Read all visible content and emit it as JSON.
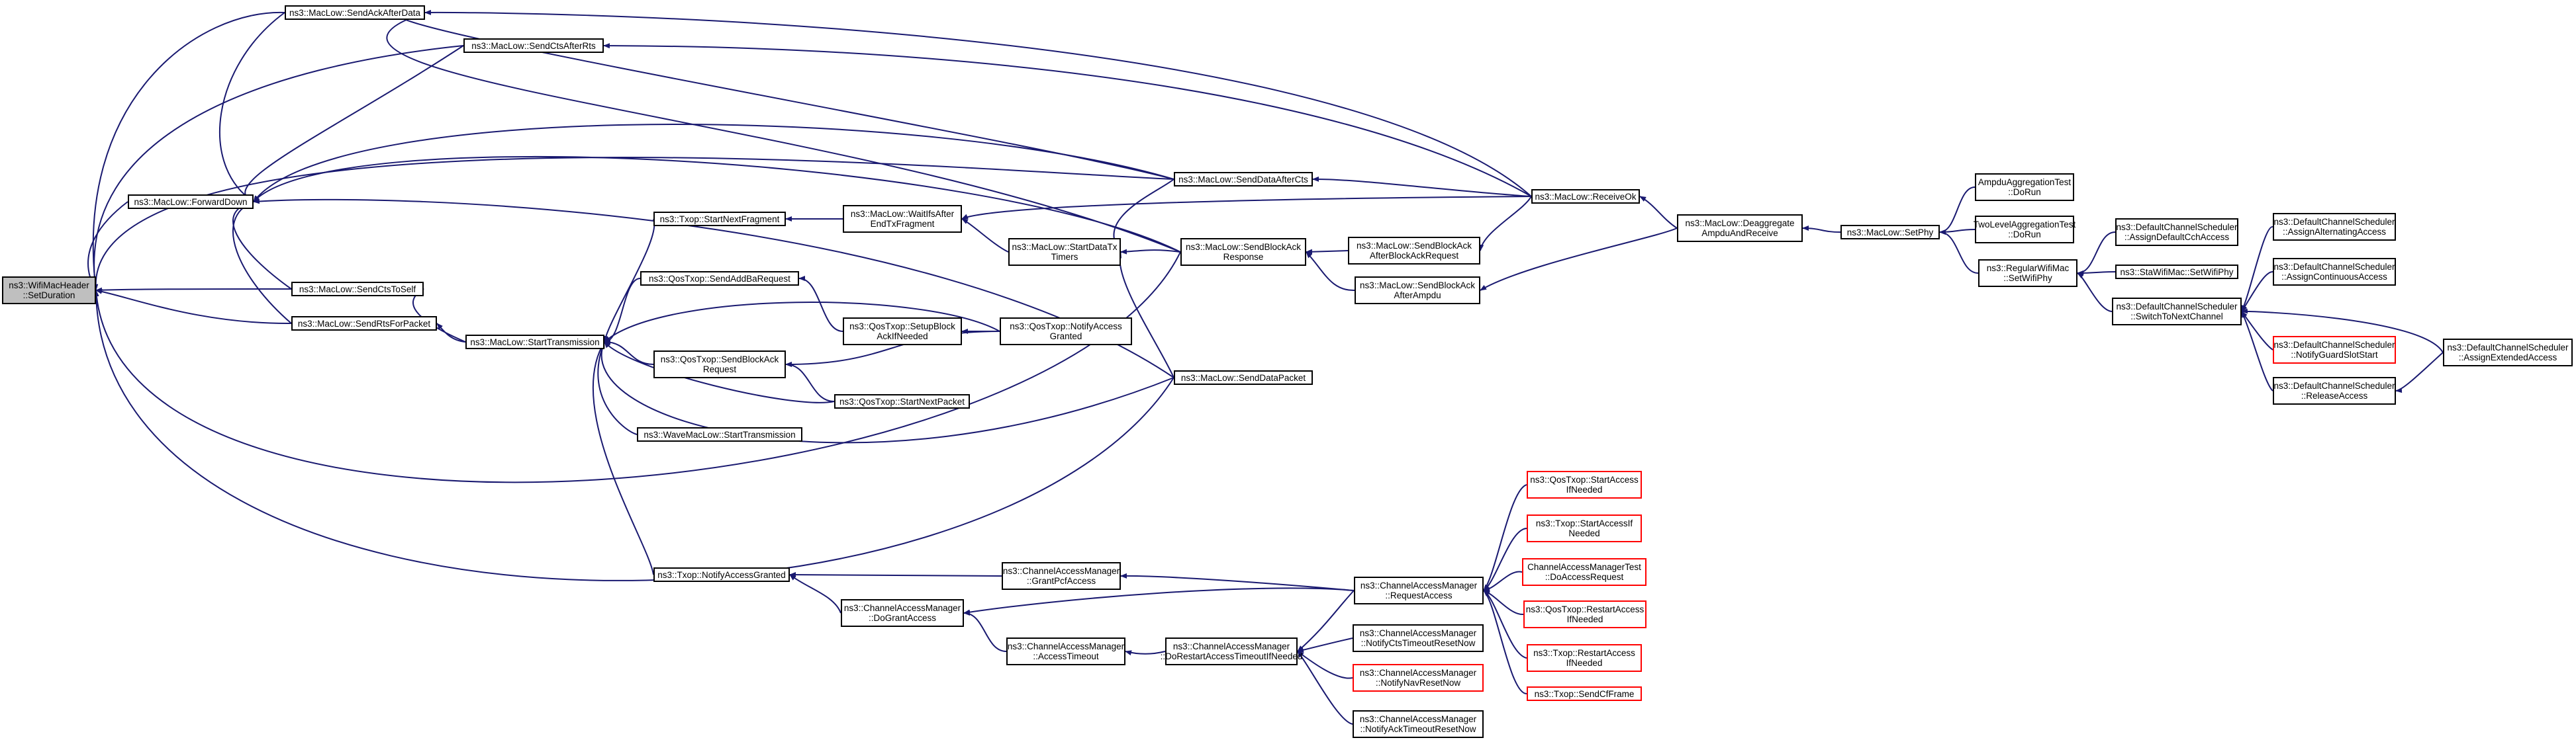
{
  "diagram": {
    "root": "n0",
    "colors": {
      "edge": "#191970",
      "node_border": "#000000",
      "truncated_border": "#ff0000",
      "root_fill": "#bfbfbf"
    },
    "nodes": [
      {
        "id": "n0",
        "lines": [
          "ns3::WifiMacHeader",
          "::SetDuration"
        ]
      },
      {
        "id": "n1",
        "lines": [
          "ns3::MacLow::SendAckAfterData"
        ]
      },
      {
        "id": "n2",
        "lines": [
          "ns3::MacLow::SendCtsAfterRts"
        ]
      },
      {
        "id": "n3",
        "lines": [
          "ns3::MacLow::ForwardDown"
        ]
      },
      {
        "id": "n4",
        "lines": [
          "ns3::MacLow::SendCtsToSelf"
        ]
      },
      {
        "id": "n5",
        "lines": [
          "ns3::MacLow::SendRtsForPacket"
        ]
      },
      {
        "id": "n6",
        "lines": [
          "ns3::MacLow::StartTransmission"
        ]
      },
      {
        "id": "n7",
        "lines": [
          "ns3::Txop::StartNextFragment"
        ]
      },
      {
        "id": "n8",
        "lines": [
          "ns3::QosTxop::SendAddBaRequest"
        ]
      },
      {
        "id": "n9",
        "lines": [
          "ns3::QosTxop::SendBlockAck",
          "Request"
        ]
      },
      {
        "id": "n10",
        "lines": [
          "ns3::WaveMacLow::StartTransmission"
        ]
      },
      {
        "id": "n11",
        "lines": [
          "ns3::Txop::NotifyAccessGranted"
        ]
      },
      {
        "id": "n12",
        "lines": [
          "ns3::MacLow::WaitIfsAfter",
          "EndTxFragment"
        ]
      },
      {
        "id": "n13",
        "lines": [
          "ns3::QosTxop::SetupBlock",
          "AckIfNeeded"
        ]
      },
      {
        "id": "n14",
        "lines": [
          "ns3::QosTxop::NotifyAccess",
          "Granted"
        ]
      },
      {
        "id": "n15",
        "lines": [
          "ns3::QosTxop::StartNextPacket"
        ]
      },
      {
        "id": "n16",
        "lines": [
          "ns3::MacLow::StartDataTx",
          "Timers"
        ]
      },
      {
        "id": "n17",
        "lines": [
          "ns3::MacLow::SendDataAfterCts"
        ]
      },
      {
        "id": "n18",
        "lines": [
          "ns3::MacLow::SendBlockAck",
          "Response"
        ]
      },
      {
        "id": "n19",
        "lines": [
          "ns3::MacLow::SendDataPacket"
        ]
      },
      {
        "id": "n20",
        "lines": [
          "ns3::MacLow::SendBlockAck",
          "AfterBlockAckRequest"
        ]
      },
      {
        "id": "n21",
        "lines": [
          "ns3::MacLow::SendBlockAck",
          "AfterAmpdu"
        ]
      },
      {
        "id": "n22",
        "lines": [
          "ns3::MacLow::ReceiveOk"
        ]
      },
      {
        "id": "n23",
        "lines": [
          "ns3::MacLow::Deaggregate",
          "AmpduAndReceive"
        ]
      },
      {
        "id": "n24",
        "lines": [
          "ns3::MacLow::SetPhy"
        ]
      },
      {
        "id": "n25",
        "lines": [
          "AmpduAggregationTest",
          "::DoRun"
        ]
      },
      {
        "id": "n26",
        "lines": [
          "TwoLevelAggregationTest",
          "::DoRun"
        ]
      },
      {
        "id": "n27",
        "lines": [
          "ns3::RegularWifiMac",
          "::SetWifiPhy"
        ]
      },
      {
        "id": "n28",
        "lines": [
          "ns3::DefaultChannelScheduler",
          "::AssignDefaultCchAccess"
        ]
      },
      {
        "id": "n29",
        "lines": [
          "ns3::StaWifiMac::SetWifiPhy"
        ]
      },
      {
        "id": "n30",
        "lines": [
          "ns3::DefaultChannelScheduler",
          "::SwitchToNextChannel"
        ]
      },
      {
        "id": "n31",
        "lines": [
          "ns3::DefaultChannelScheduler",
          "::AssignAlternatingAccess"
        ]
      },
      {
        "id": "n32",
        "lines": [
          "ns3::DefaultChannelScheduler",
          "::AssignContinuousAccess"
        ]
      },
      {
        "id": "n33",
        "lines": [
          "ns3::DefaultChannelScheduler",
          "::NotifyGuardSlotStart"
        ],
        "truncated": true
      },
      {
        "id": "n34",
        "lines": [
          "ns3::DefaultChannelScheduler",
          "::ReleaseAccess"
        ]
      },
      {
        "id": "n35",
        "lines": [
          "ns3::DefaultChannelScheduler",
          "::AssignExtendedAccess"
        ]
      },
      {
        "id": "n36",
        "lines": [
          "ns3::ChannelAccessManager",
          "::GrantPcfAccess"
        ]
      },
      {
        "id": "n37",
        "lines": [
          "ns3::ChannelAccessManager",
          "::DoGrantAccess"
        ]
      },
      {
        "id": "n38",
        "lines": [
          "ns3::ChannelAccessManager",
          "::AccessTimeout"
        ]
      },
      {
        "id": "n39",
        "lines": [
          "ns3::ChannelAccessManager",
          "::DoRestartAccessTimeoutIfNeeded"
        ]
      },
      {
        "id": "n40",
        "lines": [
          "ns3::ChannelAccessManager",
          "::RequestAccess"
        ]
      },
      {
        "id": "n41",
        "lines": [
          "ns3::ChannelAccessManager",
          "::NotifyCtsTimeoutResetNow"
        ]
      },
      {
        "id": "n42",
        "lines": [
          "ns3::ChannelAccessManager",
          "::NotifyNavResetNow"
        ],
        "truncated": true
      },
      {
        "id": "n43",
        "lines": [
          "ns3::ChannelAccessManager",
          "::NotifyAckTimeoutResetNow"
        ]
      },
      {
        "id": "n44",
        "lines": [
          "ns3::QosTxop::StartAccess",
          "IfNeeded"
        ],
        "truncated": true
      },
      {
        "id": "n45",
        "lines": [
          "ns3::Txop::StartAccessIf",
          "Needed"
        ],
        "truncated": true
      },
      {
        "id": "n46",
        "lines": [
          "ChannelAccessManagerTest",
          "::DoAccessRequest"
        ],
        "truncated": true
      },
      {
        "id": "n47",
        "lines": [
          "ns3::QosTxop::RestartAccess",
          "IfNeeded"
        ],
        "truncated": true
      },
      {
        "id": "n48",
        "lines": [
          "ns3::Txop::RestartAccess",
          "IfNeeded"
        ],
        "truncated": true
      },
      {
        "id": "n49",
        "lines": [
          "ns3::Txop::SendCfFrame"
        ],
        "truncated": true
      }
    ],
    "edges": [
      [
        "n1",
        "n0"
      ],
      [
        "n3",
        "n0"
      ],
      [
        "n4",
        "n0"
      ],
      [
        "n5",
        "n0"
      ],
      [
        "n2",
        "n0"
      ],
      [
        "n17",
        "n0"
      ],
      [
        "n19",
        "n0"
      ],
      [
        "n18",
        "n0"
      ],
      [
        "n17",
        "n1"
      ],
      [
        "n18",
        "n1"
      ],
      [
        "n22",
        "n1"
      ],
      [
        "n22",
        "n2"
      ],
      [
        "n1",
        "n3"
      ],
      [
        "n2",
        "n3"
      ],
      [
        "n4",
        "n3"
      ],
      [
        "n5",
        "n3"
      ],
      [
        "n17",
        "n3"
      ],
      [
        "n18",
        "n3"
      ],
      [
        "n19",
        "n3"
      ],
      [
        "n6",
        "n4"
      ],
      [
        "n6",
        "n5"
      ],
      [
        "n7",
        "n6"
      ],
      [
        "n8",
        "n6"
      ],
      [
        "n9",
        "n6"
      ],
      [
        "n10",
        "n6"
      ],
      [
        "n11",
        "n6"
      ],
      [
        "n14",
        "n6"
      ],
      [
        "n15",
        "n6"
      ],
      [
        "n19",
        "n6"
      ],
      [
        "n12",
        "n7"
      ],
      [
        "n13",
        "n8"
      ],
      [
        "n14",
        "n9"
      ],
      [
        "n15",
        "n9"
      ],
      [
        "n14",
        "n13"
      ],
      [
        "n16",
        "n12"
      ],
      [
        "n22",
        "n12"
      ],
      [
        "n17",
        "n16"
      ],
      [
        "n18",
        "n16"
      ],
      [
        "n19",
        "n16"
      ],
      [
        "n22",
        "n17"
      ],
      [
        "n20",
        "n18"
      ],
      [
        "n21",
        "n18"
      ],
      [
        "n22",
        "n20"
      ],
      [
        "n23",
        "n21"
      ],
      [
        "n23",
        "n22"
      ],
      [
        "n24",
        "n23"
      ],
      [
        "n25",
        "n24"
      ],
      [
        "n26",
        "n24"
      ],
      [
        "n27",
        "n24"
      ],
      [
        "n28",
        "n27"
      ],
      [
        "n29",
        "n27"
      ],
      [
        "n30",
        "n27"
      ],
      [
        "n31",
        "n30"
      ],
      [
        "n32",
        "n30"
      ],
      [
        "n33",
        "n30"
      ],
      [
        "n34",
        "n30"
      ],
      [
        "n35",
        "n30"
      ],
      [
        "n35",
        "n34"
      ],
      [
        "n37",
        "n11"
      ],
      [
        "n36",
        "n11"
      ],
      [
        "n40",
        "n37"
      ],
      [
        "n38",
        "n37"
      ],
      [
        "n39",
        "n38"
      ],
      [
        "n40",
        "n36"
      ],
      [
        "n40",
        "n39"
      ],
      [
        "n41",
        "n39"
      ],
      [
        "n42",
        "n39"
      ],
      [
        "n43",
        "n39"
      ],
      [
        "n44",
        "n40"
      ],
      [
        "n45",
        "n40"
      ],
      [
        "n46",
        "n40"
      ],
      [
        "n47",
        "n40"
      ],
      [
        "n48",
        "n40"
      ],
      [
        "n49",
        "n40"
      ]
    ]
  }
}
